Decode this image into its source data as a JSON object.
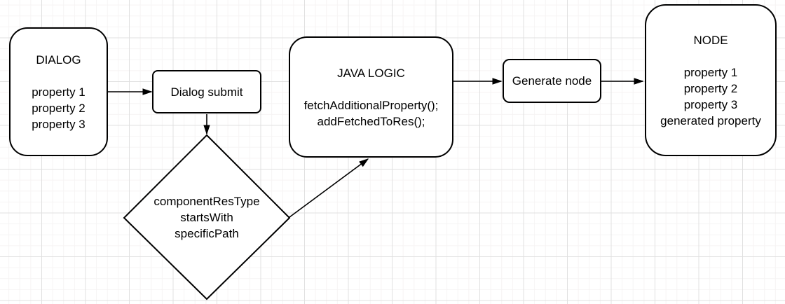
{
  "canvas": {
    "background": "#ffffff",
    "grid_minor_color": "#f6f4f4",
    "grid_major_color": "#e0e0e0",
    "stroke_color": "#000000",
    "text_color": "#000000"
  },
  "nodes": {
    "dialog": {
      "title": "DIALOG",
      "lines": [
        "property 1",
        "property 2",
        "property 3"
      ]
    },
    "dialog_submit": {
      "label": "Dialog submit"
    },
    "decision": {
      "lines": [
        "componentResType",
        "startsWith",
        "specificPath"
      ]
    },
    "java_logic": {
      "title": "JAVA LOGIC",
      "lines": [
        "fetchAdditionalProperty();",
        "addFetchedToRes();"
      ]
    },
    "generate_node": {
      "label": "Generate node"
    },
    "node": {
      "title": "NODE",
      "lines": [
        "property 1",
        "property 2",
        "property 3",
        "generated property"
      ]
    }
  }
}
